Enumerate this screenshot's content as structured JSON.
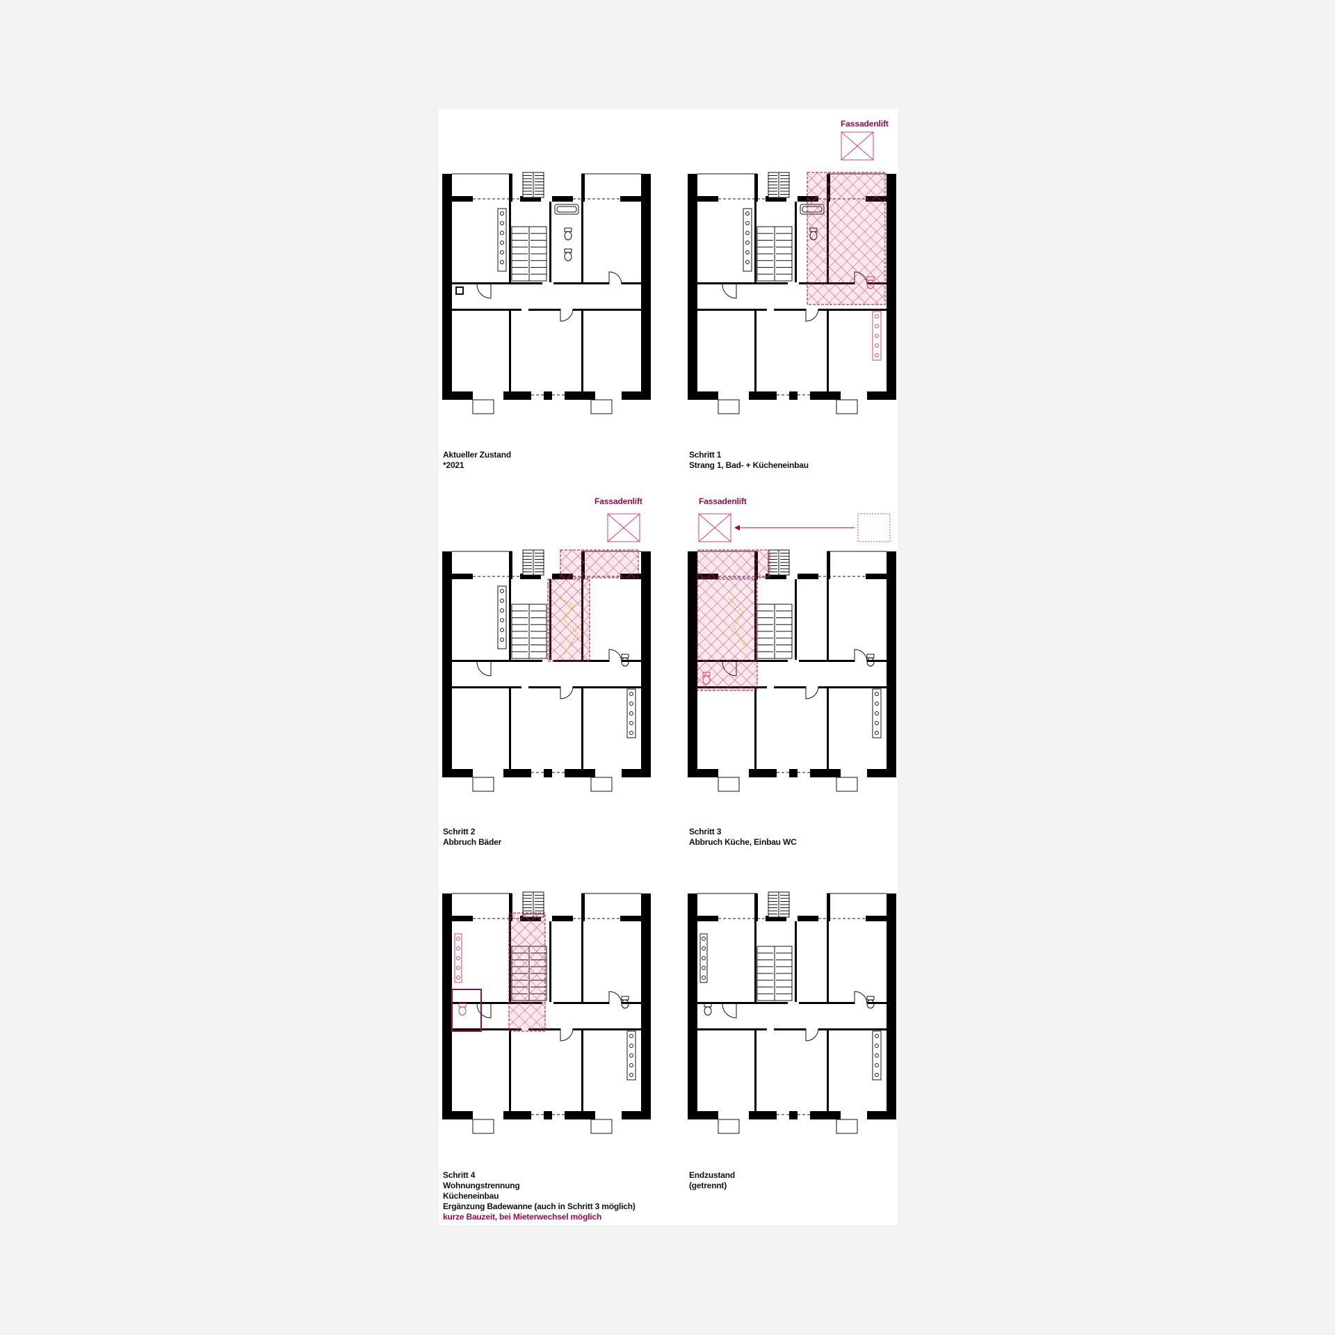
{
  "colors": {
    "accent": "#9a0a4a",
    "hatch": "#d8406e",
    "demolition": "#f2b233",
    "wall": "#000000"
  },
  "steps": [
    {
      "lift": "",
      "lines": [
        "Aktueller Zustand",
        "*2021"
      ],
      "note": ""
    },
    {
      "lift": "Fassadenlift",
      "lines": [
        "Schritt 1",
        "Strang 1, Bad- + Kücheneinbau"
      ],
      "note": ""
    },
    {
      "lift": "Fassadenlift",
      "lines": [
        "Schritt 2",
        "Abbruch Bäder"
      ],
      "note": ""
    },
    {
      "lift": "Fassadenlift",
      "lines": [
        "Schritt 3",
        "Abbruch Küche, Einbau WC"
      ],
      "note": ""
    },
    {
      "lift": "",
      "lines": [
        "Schritt 4",
        "Wohnungstrennung",
        "Kücheneinbau",
        "Ergänzung Badewanne (auch in Schritt 3 möglich)"
      ],
      "note": "kurze Bauzeit, bei Mieterwechsel möglich"
    },
    {
      "lift": "",
      "lines": [
        "Endzustand",
        "(getrennt)"
      ],
      "note": ""
    }
  ]
}
